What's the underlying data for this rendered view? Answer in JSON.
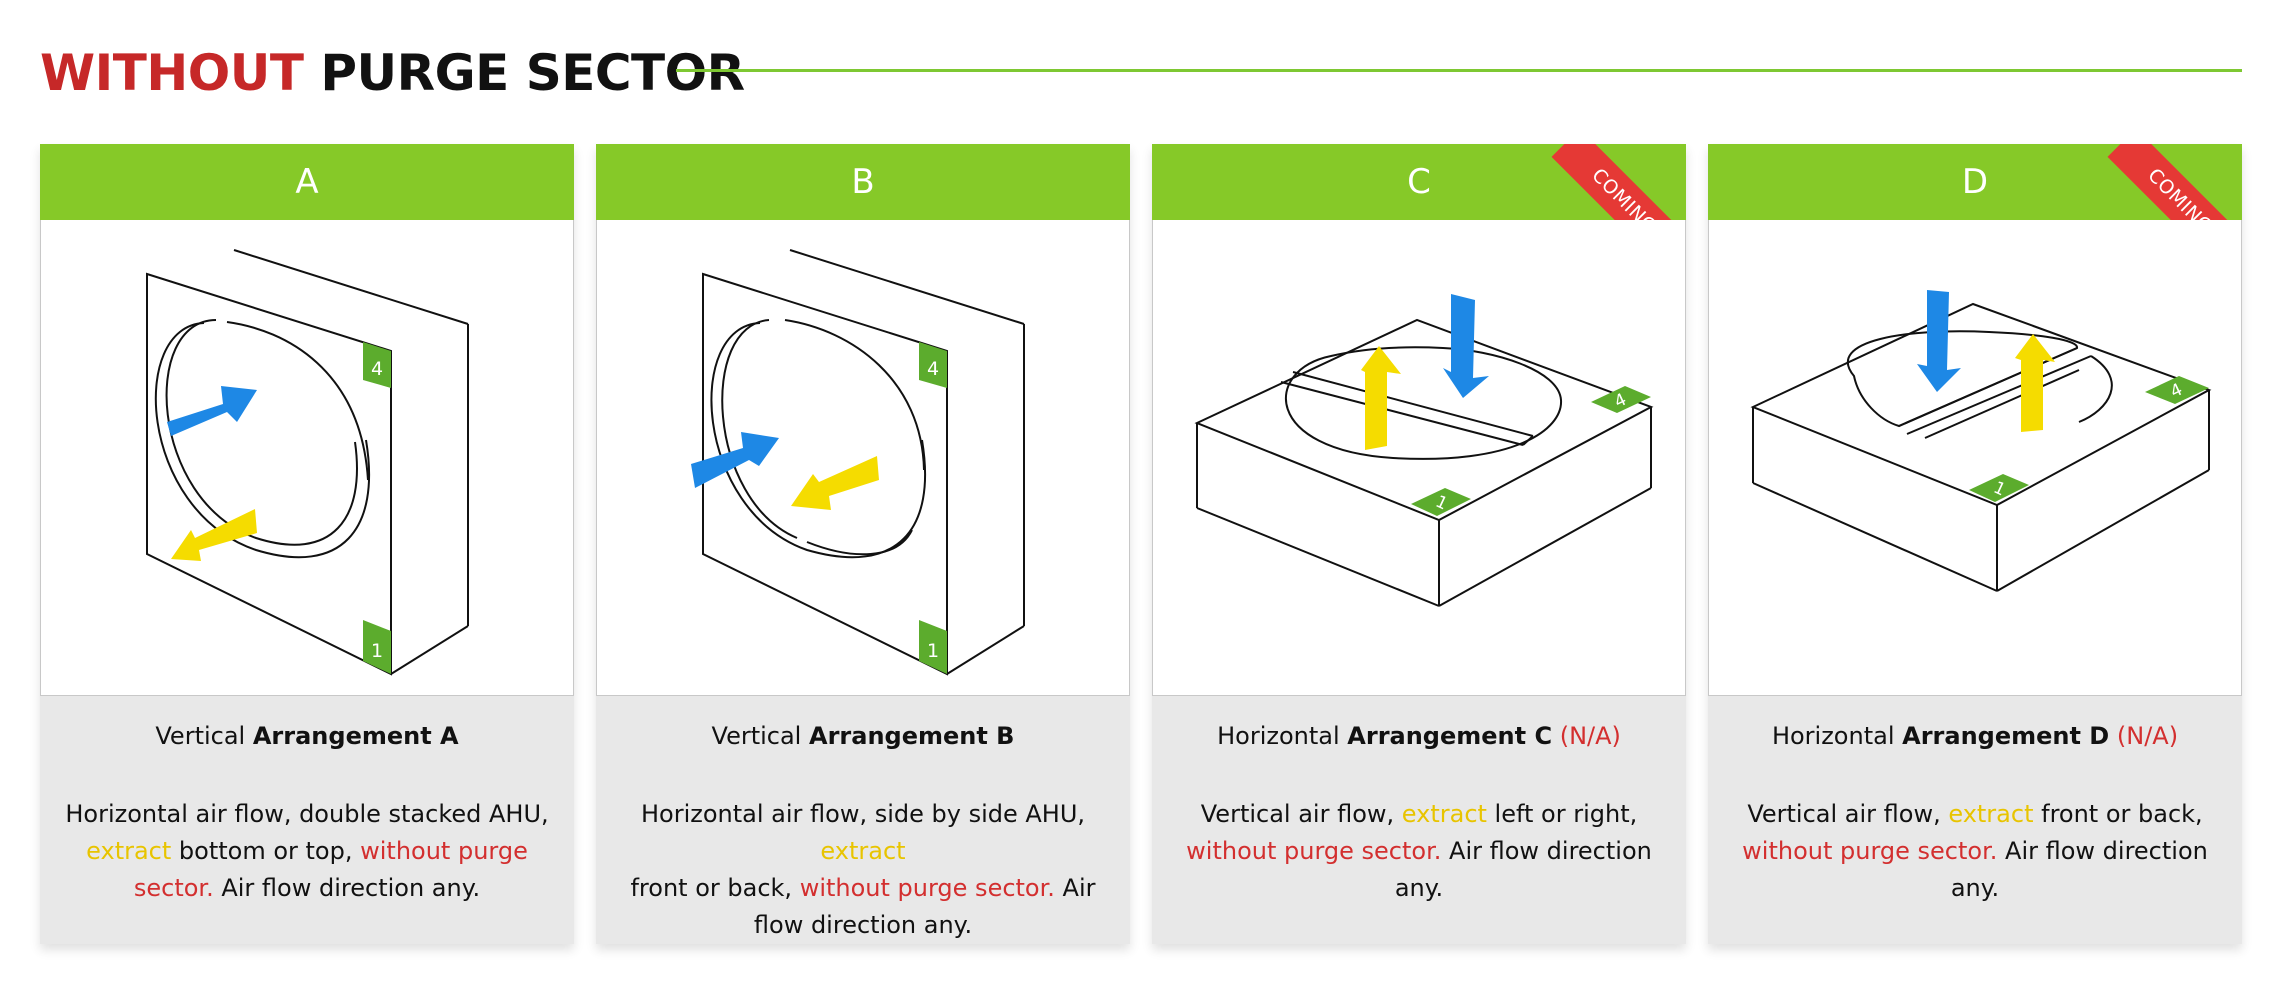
{
  "heading": {
    "word1": "WITHOUT",
    "word2": "PURGE SECTOR"
  },
  "colors": {
    "green": "#86c928",
    "red": "#c62828",
    "yellow": "#f5dc00",
    "blue": "#1e88e5"
  },
  "cards": [
    {
      "letter": "A",
      "caption": {
        "prefix": "Vertical",
        "bold": "Arrangement A",
        "tag": ""
      },
      "desc": {
        "p1": "Horizontal air flow, double stacked AHU,",
        "p2": "extract",
        "p3": " bottom or top, ",
        "p4": "without purge sector.",
        "p5": " Air flow direction any."
      },
      "labels": {
        "top": "4",
        "bottom": "1"
      }
    },
    {
      "letter": "B",
      "caption": {
        "prefix": "Vertical",
        "bold": "Arrangement B",
        "tag": ""
      },
      "desc": {
        "p1": "Horizontal air flow, side by side AHU, ",
        "p2": "extract",
        "p3": " front or back, ",
        "p4": "without purge sector.",
        "p5": " Air flow direction any."
      },
      "labels": {
        "top": "4",
        "bottom": "1"
      }
    },
    {
      "letter": "C",
      "ribbon": "COMING SOON",
      "caption": {
        "prefix": "Horizontal",
        "bold": "Arrangement C",
        "tag": "(N/A)"
      },
      "desc": {
        "p1": "Vertical air flow, ",
        "p2": "extract",
        "p3": " left or right, ",
        "p4": "without purge sector.",
        "p5": " Air flow direction any."
      },
      "labels": {
        "top": "4",
        "bottom": "1"
      }
    },
    {
      "letter": "D",
      "ribbon": "COMING SOON",
      "caption": {
        "prefix": "Horizontal",
        "bold": "Arrangement D",
        "tag": "(N/A)"
      },
      "desc": {
        "p1": "Vertical air flow, ",
        "p2": "extract",
        "p3": " front or back, ",
        "p4": "without purge sector.",
        "p5": " Air flow direction any."
      },
      "labels": {
        "top": "4",
        "bottom": "1"
      }
    }
  ]
}
